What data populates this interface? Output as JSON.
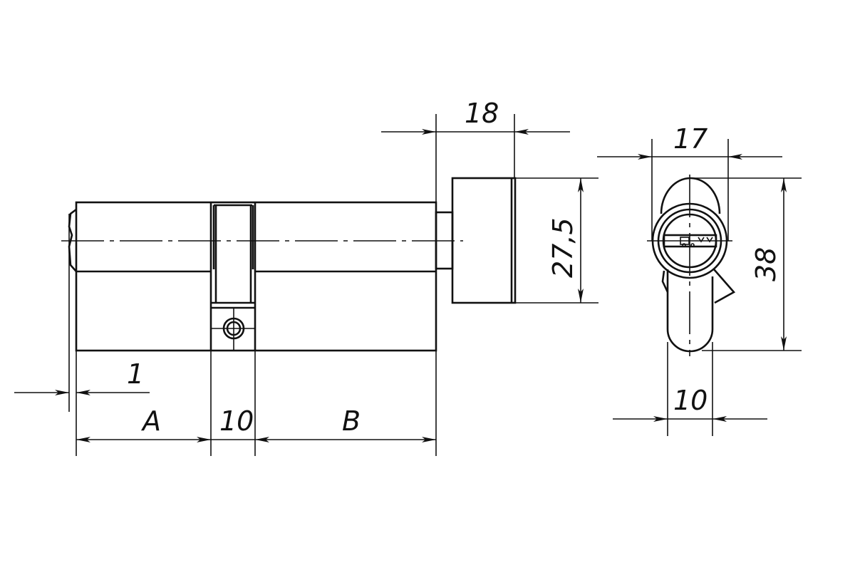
{
  "title": "Euro profile cylinder with thumbturn — dimensions",
  "dimensions": {
    "thumbturn_length": "18",
    "thumbturn_diameter": "27,5",
    "offset": "1",
    "side_a": "A",
    "cam_width": "10",
    "side_b": "B",
    "profile_width": "17",
    "profile_height": "38",
    "profile_bottom_width": "10"
  },
  "colors": {
    "line": "#111111",
    "background": "#ffffff"
  }
}
